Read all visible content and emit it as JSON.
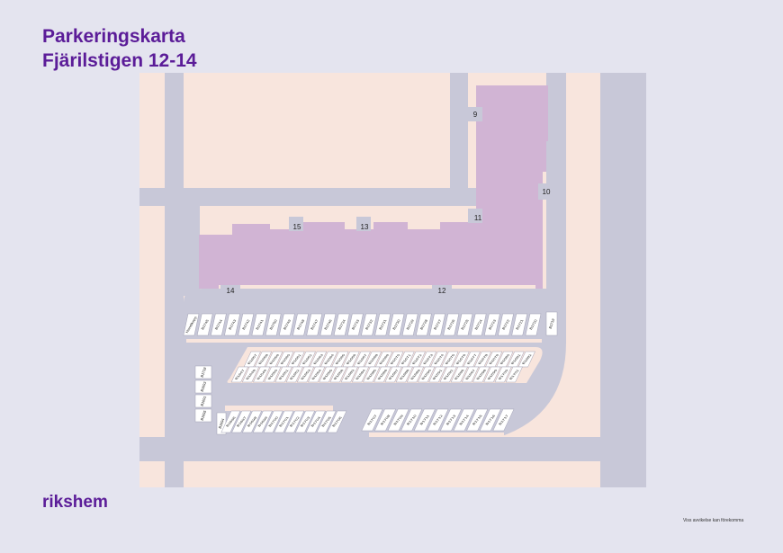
{
  "header": {
    "title_line1": "Parkeringskarta",
    "title_line2": "Fjärilstigen 12-14"
  },
  "brand": {
    "logo_text": "rikshem"
  },
  "footer": {
    "disclaimer": "Viss avvikelse kan förekomma"
  },
  "colors": {
    "accent": "#5b1c98",
    "page_background": "#e4e4ef",
    "ground": "#f8e5dd",
    "road": "#c8c8d8",
    "building": "#d1b4d4",
    "parking_spot": "#ffffff"
  },
  "building_entrances": [
    {
      "label": "9"
    },
    {
      "label": "10"
    },
    {
      "label": "11"
    },
    {
      "label": "12"
    },
    {
      "label": "13"
    },
    {
      "label": "14"
    },
    {
      "label": "15"
    }
  ],
  "parking_rows": {
    "top_row": [
      "Handikapp",
      "B1745",
      "B1744",
      "B1743",
      "B1742",
      "B1741",
      "B1750",
      "B1749",
      "B1748",
      "B1747",
      "B1746",
      "B1734",
      "B1733",
      "B1732",
      "B1731",
      "B1730",
      "B1729",
      "B1728",
      "B1727",
      "B1726",
      "B1725",
      "B1724",
      "B1723",
      "B1722",
      "B1721",
      "B1720"
    ],
    "top_row_end": "B1719",
    "middle_upper": [
      "B1657",
      "B1658",
      "B1659",
      "B1660",
      "B1661",
      "B1662",
      "B1663",
      "B1664",
      "B1665",
      "B1666",
      "B1667",
      "B1668",
      "B1669",
      "B1670",
      "B1671",
      "B1672",
      "B1673",
      "B1674",
      "B1675",
      "B1676",
      "B1677",
      "B1678",
      "B1679",
      "B1680",
      "B1681",
      "B1682"
    ],
    "middle_lower": [
      "B1647",
      "B1648",
      "B1649",
      "B1650",
      "B1651",
      "B1652",
      "B1653",
      "B1654",
      "B1655",
      "B1656",
      "B1683",
      "B1684",
      "B1685",
      "B1686",
      "B1687",
      "B1688",
      "B1689",
      "B1690",
      "B1691",
      "B1692",
      "B1696",
      "B1697",
      "B1698",
      "B1699",
      "B1700",
      "B1701"
    ],
    "left_column": [
      "B1718",
      "B1693",
      "B1691",
      "B1695"
    ],
    "bottom_left": [
      "B1696",
      "B1697",
      "B1698",
      "B1699",
      "B1700",
      "B1701",
      "B1702",
      "B1703",
      "B1704",
      "B1705",
      "B1706"
    ],
    "bottom_left_start": "B1694",
    "bottom_right": [
      "B1707",
      "B1708",
      "B1709",
      "B1710",
      "B1711",
      "B1712",
      "B1713",
      "B1714",
      "B1715",
      "B1716",
      "B1717"
    ]
  }
}
